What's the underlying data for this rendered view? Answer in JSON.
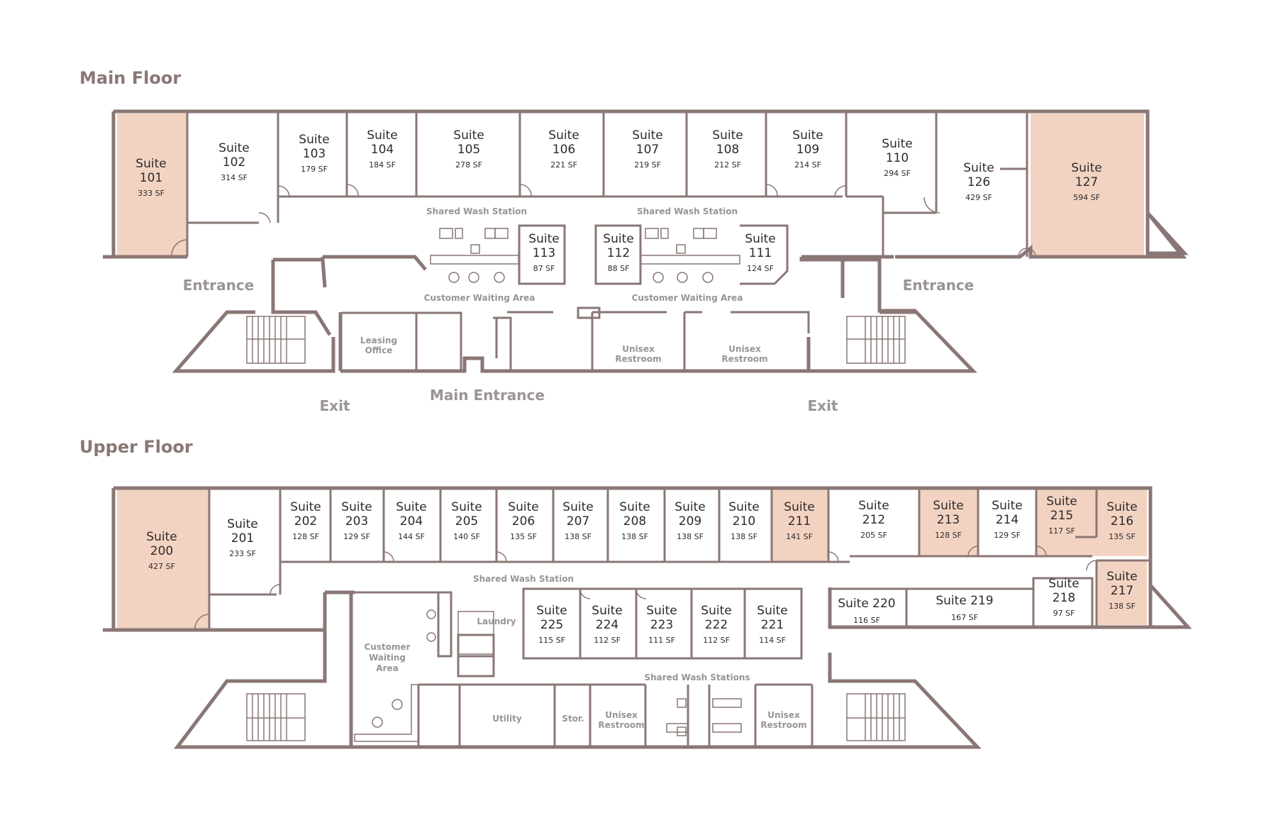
{
  "floors": {
    "main": {
      "title": "Main Floor"
    },
    "upper": {
      "title": "Upper Floor"
    }
  },
  "main_suites": [
    {
      "id": "101",
      "name": "Suite",
      "num": "101",
      "sf": "333 SF",
      "available": true
    },
    {
      "id": "102",
      "name": "Suite",
      "num": "102",
      "sf": "314 SF",
      "available": false
    },
    {
      "id": "103",
      "name": "Suite",
      "num": "103",
      "sf": "179 SF",
      "available": false
    },
    {
      "id": "104",
      "name": "Suite",
      "num": "104",
      "sf": "184 SF",
      "available": false
    },
    {
      "id": "105",
      "name": "Suite",
      "num": "105",
      "sf": "278 SF",
      "available": false
    },
    {
      "id": "106",
      "name": "Suite",
      "num": "106",
      "sf": "221 SF",
      "available": false
    },
    {
      "id": "107",
      "name": "Suite",
      "num": "107",
      "sf": "219 SF",
      "available": false
    },
    {
      "id": "108",
      "name": "Suite",
      "num": "108",
      "sf": "212 SF",
      "available": false
    },
    {
      "id": "109",
      "name": "Suite",
      "num": "109",
      "sf": "214 SF",
      "available": false
    },
    {
      "id": "110",
      "name": "Suite",
      "num": "110",
      "sf": "294 SF",
      "available": false
    },
    {
      "id": "126",
      "name": "Suite",
      "num": "126",
      "sf": "429 SF",
      "available": false
    },
    {
      "id": "127",
      "name": "Suite",
      "num": "127",
      "sf": "594 SF",
      "available": true
    },
    {
      "id": "113",
      "name": "Suite",
      "num": "113",
      "sf": "87 SF",
      "available": false
    },
    {
      "id": "112",
      "name": "Suite",
      "num": "112",
      "sf": "88 SF",
      "available": false
    },
    {
      "id": "111",
      "name": "Suite",
      "num": "111",
      "sf": "124 SF",
      "available": false
    }
  ],
  "main_labels": {
    "shared_wash_1": "Shared Wash Station",
    "shared_wash_2": "Shared Wash Station",
    "waiting_1": "Customer Waiting Area",
    "waiting_2": "Customer Waiting Area",
    "leasing_1": "Leasing",
    "leasing_2": "Office",
    "unisex_1a": "Unisex",
    "unisex_1b": "Restroom",
    "unisex_2a": "Unisex",
    "unisex_2b": "Restroom",
    "entrance_left": "Entrance",
    "entrance_right": "Entrance",
    "main_entrance": "Main Entrance",
    "exit_left": "Exit",
    "exit_right": "Exit"
  },
  "upper_suites": [
    {
      "id": "200",
      "name": "Suite",
      "num": "200",
      "sf": "427 SF",
      "available": true
    },
    {
      "id": "201",
      "name": "Suite",
      "num": "201",
      "sf": "233 SF",
      "available": false
    },
    {
      "id": "202",
      "name": "Suite",
      "num": "202",
      "sf": "128 SF",
      "available": false
    },
    {
      "id": "203",
      "name": "Suite",
      "num": "203",
      "sf": "129 SF",
      "available": false
    },
    {
      "id": "204",
      "name": "Suite",
      "num": "204",
      "sf": "144 SF",
      "available": false
    },
    {
      "id": "205",
      "name": "Suite",
      "num": "205",
      "sf": "140 SF",
      "available": false
    },
    {
      "id": "206",
      "name": "Suite",
      "num": "206",
      "sf": "135 SF",
      "available": false
    },
    {
      "id": "207",
      "name": "Suite",
      "num": "207",
      "sf": "138 SF",
      "available": false
    },
    {
      "id": "208",
      "name": "Suite",
      "num": "208",
      "sf": "138 SF",
      "available": false
    },
    {
      "id": "209",
      "name": "Suite",
      "num": "209",
      "sf": "138 SF",
      "available": false
    },
    {
      "id": "210",
      "name": "Suite",
      "num": "210",
      "sf": "138 SF",
      "available": false
    },
    {
      "id": "211",
      "name": "Suite",
      "num": "211",
      "sf": "141 SF",
      "available": true
    },
    {
      "id": "212",
      "name": "Suite",
      "num": "212",
      "sf": "205 SF",
      "available": false
    },
    {
      "id": "213",
      "name": "Suite",
      "num": "213",
      "sf": "128 SF",
      "available": true
    },
    {
      "id": "214",
      "name": "Suite",
      "num": "214",
      "sf": "129 SF",
      "available": false
    },
    {
      "id": "215",
      "name": "Suite",
      "num": "215",
      "sf": "117 SF",
      "available": true
    },
    {
      "id": "216",
      "name": "Suite",
      "num": "216",
      "sf": "135 SF",
      "available": true
    },
    {
      "id": "217",
      "name": "Suite",
      "num": "217",
      "sf": "138 SF",
      "available": true
    },
    {
      "id": "218",
      "name": "Suite",
      "num": "218",
      "sf": "97 SF",
      "available": false
    },
    {
      "id": "219",
      "name": "Suite 219",
      "num": "",
      "sf": "167 SF",
      "available": false
    },
    {
      "id": "220",
      "name": "Suite 220",
      "num": "",
      "sf": "116 SF",
      "available": false
    },
    {
      "id": "225",
      "name": "Suite",
      "num": "225",
      "sf": "115 SF",
      "available": false
    },
    {
      "id": "224",
      "name": "Suite",
      "num": "224",
      "sf": "112 SF",
      "available": false
    },
    {
      "id": "223",
      "name": "Suite",
      "num": "223",
      "sf": "111 SF",
      "available": false
    },
    {
      "id": "222",
      "name": "Suite",
      "num": "222",
      "sf": "112 SF",
      "available": false
    },
    {
      "id": "221",
      "name": "Suite",
      "num": "221",
      "sf": "114 SF",
      "available": false
    }
  ],
  "upper_labels": {
    "shared_wash": "Shared Wash Station",
    "shared_washes": "Shared Wash Stations",
    "laundry": "Laundry",
    "waiting_1": "Customer",
    "waiting_2": "Waiting",
    "waiting_3": "Area",
    "utility": "Utility",
    "stor": "Stor.",
    "unisex_1a": "Unisex",
    "unisex_1b": "Restroom",
    "unisex_2a": "Unisex",
    "unisex_2b": "Restroom"
  },
  "colors": {
    "wall": "#8a7775",
    "available": "#f2d3c2",
    "label": "#9a9494"
  }
}
